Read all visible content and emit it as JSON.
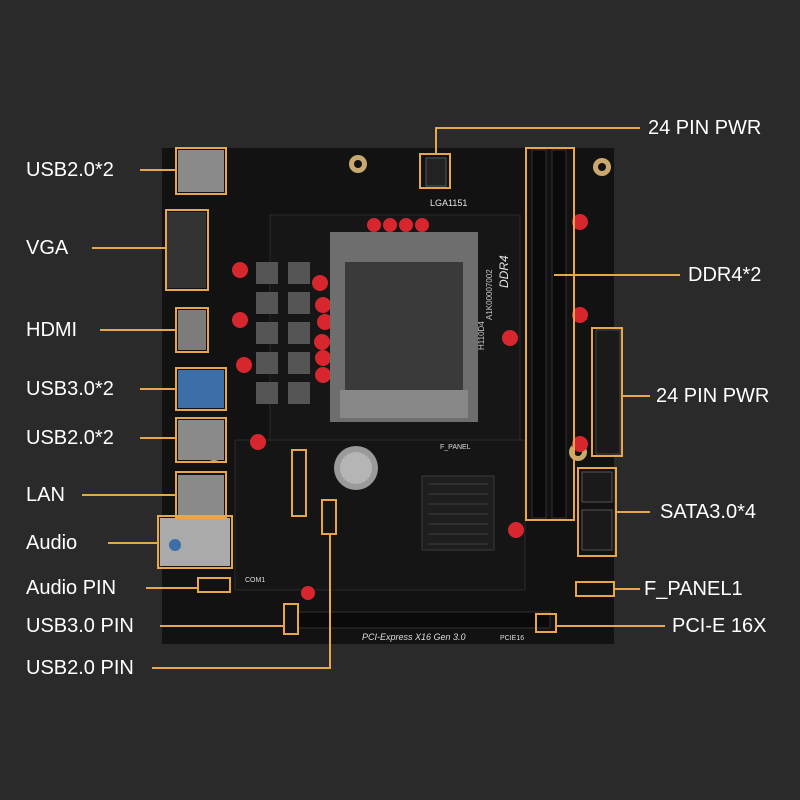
{
  "colors": {
    "background": "#2a2a2a",
    "board": "#111111",
    "callout": "#e8a64a",
    "label": "#ffffff",
    "capacitor": "#d8262f"
  },
  "left_labels": [
    {
      "id": "usb20-rear",
      "text": "USB2.0*2"
    },
    {
      "id": "vga",
      "text": "VGA"
    },
    {
      "id": "hdmi",
      "text": "HDMI"
    },
    {
      "id": "usb30-rear",
      "text": "USB3.0*2"
    },
    {
      "id": "usb20-rear-2",
      "text": "USB2.0*2"
    },
    {
      "id": "lan",
      "text": "LAN"
    },
    {
      "id": "audio",
      "text": "Audio"
    },
    {
      "id": "audio-pin",
      "text": "Audio PIN"
    },
    {
      "id": "usb30-pin",
      "text": "USB3.0 PIN"
    },
    {
      "id": "usb20-pin",
      "text": "USB2.0 PIN"
    }
  ],
  "right_labels": [
    {
      "id": "pwr-24pin-top",
      "text": "24 PIN PWR"
    },
    {
      "id": "ddr4",
      "text": "DDR4*2"
    },
    {
      "id": "pwr-24pin",
      "text": "24 PIN PWR"
    },
    {
      "id": "sata",
      "text": "SATA3.0*4"
    },
    {
      "id": "f-panel",
      "text": "F_PANEL1"
    },
    {
      "id": "pcie",
      "text": "PCI-E 16X"
    }
  ],
  "board_text": {
    "socket": "LGA1151",
    "ddr": "DDR4",
    "model": "H110D4",
    "serial": "A1K00007002",
    "pcie_slot": "PCI-Express X16 Gen 3.0",
    "pcie_id": "PCIE16",
    "f_panel": "F_PANEL",
    "com": "COM1"
  }
}
